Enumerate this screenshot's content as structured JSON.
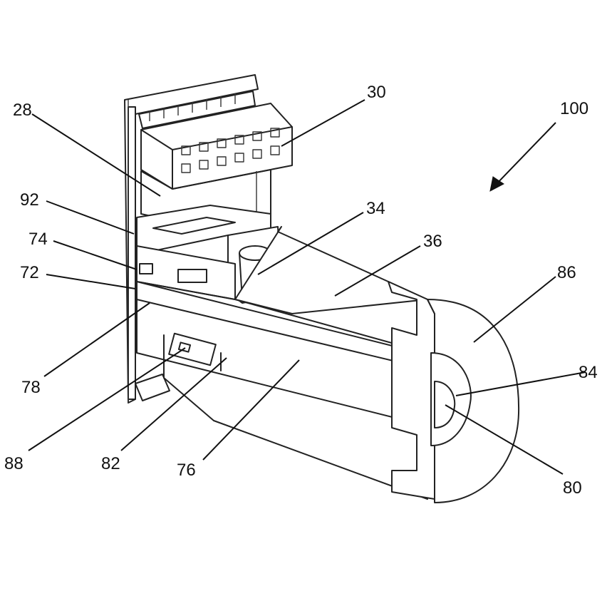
{
  "figure": {
    "labels": {
      "l28": "28",
      "l30": "30",
      "l100": "100",
      "l92": "92",
      "l34": "34",
      "l74": "74",
      "l36": "36",
      "l86": "86",
      "l72": "72",
      "l78": "78",
      "l84": "84",
      "l88": "88",
      "l82": "82",
      "l76": "76",
      "l80": "80"
    }
  }
}
